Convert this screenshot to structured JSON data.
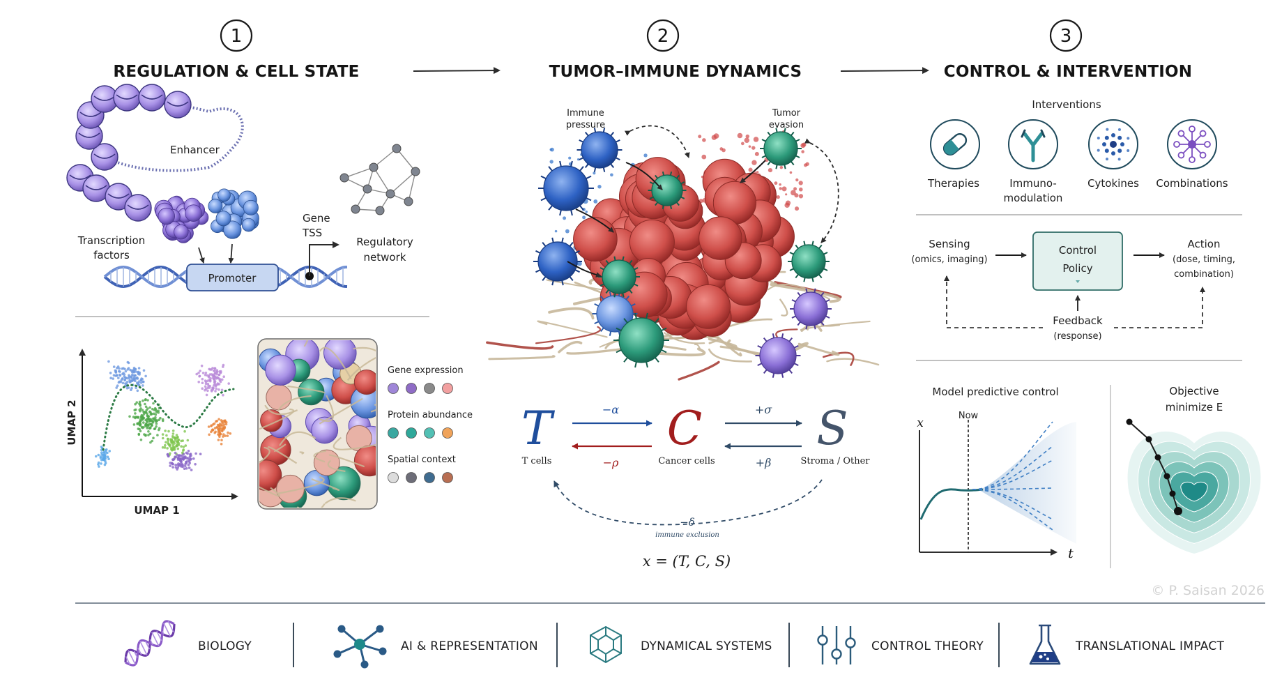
{
  "sections": [
    {
      "number": "1",
      "title": "REGULATION & CELL STATE"
    },
    {
      "number": "2",
      "title": "TUMOR–IMMUNE DYNAMICS"
    },
    {
      "number": "3",
      "title": "CONTROL & INTERVENTION"
    }
  ],
  "regulation": {
    "enhancer": "Enhancer",
    "tf_line1": "Transcription",
    "tf_line2": "factors",
    "promoter": "Promoter",
    "gene": "Gene",
    "tss": "TSS",
    "network_line1": "Regulatory",
    "network_line2": "network"
  },
  "cell_state": {
    "x_axis": "UMAP 1",
    "y_axis": "UMAP 2",
    "legend": [
      {
        "label": "Gene expression",
        "colors": [
          "#9f86d8",
          "#8f6cc6",
          "#8a8a8a",
          "#f2a0a0"
        ]
      },
      {
        "label": "Protein abundance",
        "colors": [
          "#3aa7a0",
          "#2fa89a",
          "#52c0b4",
          "#f0a35a"
        ]
      },
      {
        "label": "Spatial context",
        "colors": [
          "#dcdcdc",
          "#6d6d78",
          "#3f6c90",
          "#b86e52"
        ]
      }
    ]
  },
  "dynamics": {
    "immune_line1": "Immune",
    "immune_line2": "pressure",
    "evasion_line1": "Tumor",
    "evasion_line2": "evasion",
    "T_symbol": "T",
    "C_symbol": "C",
    "S_symbol": "S",
    "T_label": "T cells",
    "C_label": "Cancer cells",
    "S_label": "Stroma / Other",
    "minus_alpha": "−α",
    "minus_rho": "−ρ",
    "plus_sigma": "+σ",
    "plus_beta": "+β",
    "minus_delta": "−δ",
    "immune_exclusion": "immune exclusion",
    "state_eq": "x = (T, C, S)"
  },
  "control": {
    "interventions_title": "Interventions",
    "therapies": "Therapies",
    "immuno_line1": "Immuno-",
    "immuno_line2": "modulation",
    "cytokines": "Cytokines",
    "combinations": "Combinations",
    "sensing_line1": "Sensing",
    "sensing_line2": "(omics, imaging)",
    "policy_line1": "Control",
    "policy_line2": "Policy",
    "action_line1": "Action",
    "action_line2": "(dose, timing,",
    "action_line3": "combination)",
    "feedback_line1": "Feedback",
    "feedback_line2": "(response)",
    "mpc_title": "Model predictive control",
    "mpc_x": "x",
    "mpc_t": "t",
    "mpc_now": "Now",
    "objective_line1": "Objective",
    "objective_line2": "minimize E",
    "copyright": "© P. Saisan 2026"
  },
  "footer": [
    {
      "label": "BIOLOGY"
    },
    {
      "label": "AI & REPRESENTATION"
    },
    {
      "label": "DYNAMICAL SYSTEMS"
    },
    {
      "label": "CONTROL THEORY"
    },
    {
      "label": "TRANSLATIONAL IMPACT"
    }
  ],
  "colors": {
    "navy": "#1f4e9c",
    "crimson": "#a11d1d",
    "teal": "#1b8f8c",
    "slate": "#2f4a66"
  }
}
